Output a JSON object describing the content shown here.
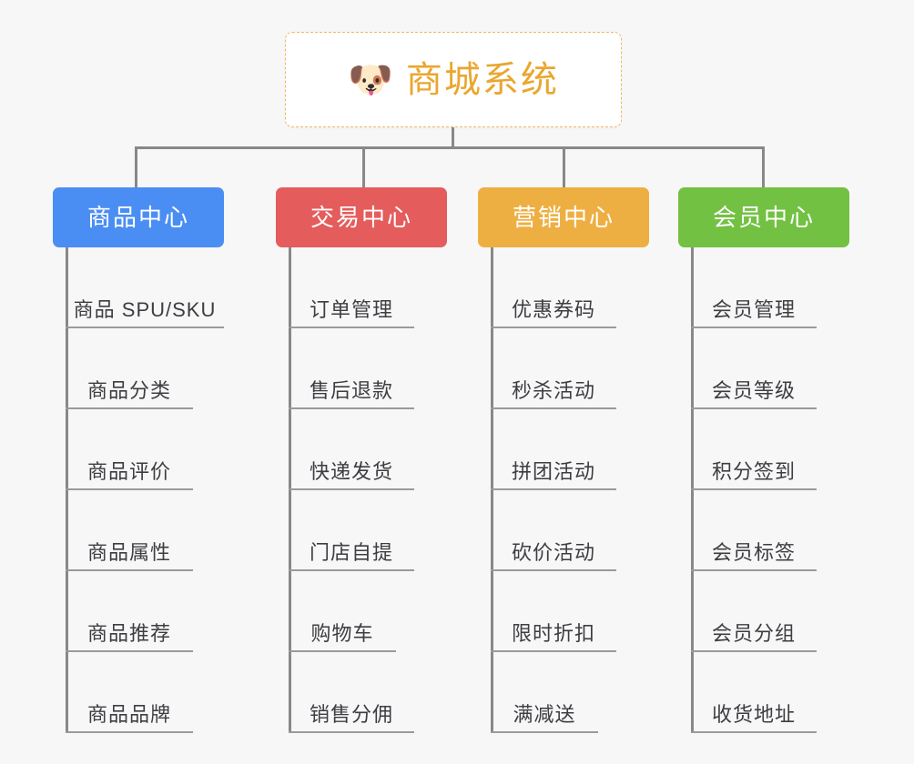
{
  "root": {
    "icon": "dog-face-icon",
    "icon_glyph": "🐶",
    "title": "商城系统",
    "title_color": "#eaa62e",
    "border_color": "#f0b860",
    "background": "#ffffff"
  },
  "canvas": {
    "background": "#f7f7f7",
    "connector_color": "#888888",
    "divider_color": "#9a9a9a",
    "leaf_text_color": "#3d3d42"
  },
  "columns": [
    {
      "label": "商品中心",
      "color": "#4a8ef4",
      "items": [
        {
          "label": "商品 SPU/SKU"
        },
        {
          "label": "商品分类"
        },
        {
          "label": "商品评价"
        },
        {
          "label": "商品属性"
        },
        {
          "label": "商品推荐"
        },
        {
          "label": "商品品牌"
        }
      ]
    },
    {
      "label": "交易中心",
      "color": "#e45c5c",
      "items": [
        {
          "label": "订单管理"
        },
        {
          "label": "售后退款"
        },
        {
          "label": "快递发货"
        },
        {
          "label": "门店自提"
        },
        {
          "label": "购物车"
        },
        {
          "label": "销售分佣"
        }
      ]
    },
    {
      "label": "营销中心",
      "color": "#eeaf42",
      "items": [
        {
          "label": "优惠券码"
        },
        {
          "label": "秒杀活动"
        },
        {
          "label": "拼团活动"
        },
        {
          "label": "砍价活动"
        },
        {
          "label": "限时折扣"
        },
        {
          "label": "满减送"
        }
      ]
    },
    {
      "label": "会员中心",
      "color": "#73c143",
      "items": [
        {
          "label": "会员管理"
        },
        {
          "label": "会员等级"
        },
        {
          "label": "积分签到"
        },
        {
          "label": "会员标签"
        },
        {
          "label": "会员分组"
        },
        {
          "label": "收货地址"
        }
      ]
    }
  ]
}
